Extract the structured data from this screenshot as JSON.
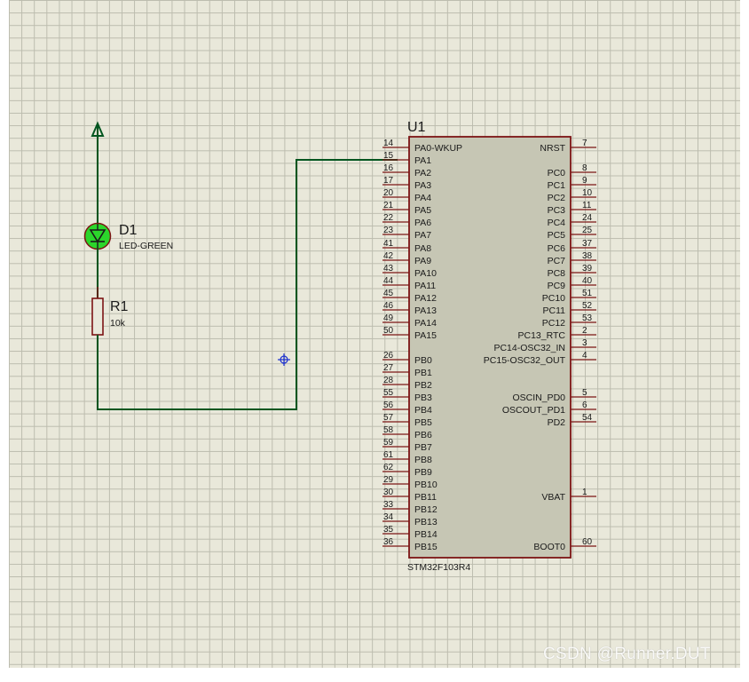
{
  "u1": {
    "refdes": "U1",
    "part": "STM32F103R4",
    "left_pins": [
      {
        "num": "14",
        "name": "PA0-WKUP"
      },
      {
        "num": "15",
        "name": "PA1"
      },
      {
        "num": "16",
        "name": "PA2"
      },
      {
        "num": "17",
        "name": "PA3"
      },
      {
        "num": "20",
        "name": "PA4"
      },
      {
        "num": "21",
        "name": "PA5"
      },
      {
        "num": "22",
        "name": "PA6"
      },
      {
        "num": "23",
        "name": "PA7"
      },
      {
        "num": "41",
        "name": "PA8"
      },
      {
        "num": "42",
        "name": "PA9"
      },
      {
        "num": "43",
        "name": "PA10"
      },
      {
        "num": "44",
        "name": "PA11"
      },
      {
        "num": "45",
        "name": "PA12"
      },
      {
        "num": "46",
        "name": "PA13"
      },
      {
        "num": "49",
        "name": "PA14"
      },
      {
        "num": "50",
        "name": "PA15"
      },
      {
        "num": "26",
        "name": "PB0"
      },
      {
        "num": "27",
        "name": "PB1"
      },
      {
        "num": "28",
        "name": "PB2"
      },
      {
        "num": "55",
        "name": "PB3"
      },
      {
        "num": "56",
        "name": "PB4"
      },
      {
        "num": "57",
        "name": "PB5"
      },
      {
        "num": "58",
        "name": "PB6"
      },
      {
        "num": "59",
        "name": "PB7"
      },
      {
        "num": "61",
        "name": "PB8"
      },
      {
        "num": "62",
        "name": "PB9"
      },
      {
        "num": "29",
        "name": "PB10"
      },
      {
        "num": "30",
        "name": "PB11"
      },
      {
        "num": "33",
        "name": "PB12"
      },
      {
        "num": "34",
        "name": "PB13"
      },
      {
        "num": "35",
        "name": "PB14"
      },
      {
        "num": "36",
        "name": "PB15"
      }
    ],
    "right_pins": [
      {
        "num": "7",
        "name": "NRST"
      },
      {
        "num": "8",
        "name": "PC0"
      },
      {
        "num": "9",
        "name": "PC1"
      },
      {
        "num": "10",
        "name": "PC2"
      },
      {
        "num": "11",
        "name": "PC3"
      },
      {
        "num": "24",
        "name": "PC4"
      },
      {
        "num": "25",
        "name": "PC5"
      },
      {
        "num": "37",
        "name": "PC6"
      },
      {
        "num": "38",
        "name": "PC7"
      },
      {
        "num": "39",
        "name": "PC8"
      },
      {
        "num": "40",
        "name": "PC9"
      },
      {
        "num": "51",
        "name": "PC10"
      },
      {
        "num": "52",
        "name": "PC11"
      },
      {
        "num": "53",
        "name": "PC12"
      },
      {
        "num": "2",
        "name": "PC13_RTC"
      },
      {
        "num": "3",
        "name": "PC14-OSC32_IN"
      },
      {
        "num": "4",
        "name": "PC15-OSC32_OUT"
      },
      {
        "num": "5",
        "name": "OSCIN_PD0"
      },
      {
        "num": "6",
        "name": "OSCOUT_PD1"
      },
      {
        "num": "54",
        "name": "PD2"
      },
      {
        "num": "1",
        "name": "VBAT"
      },
      {
        "num": "60",
        "name": "BOOT0"
      }
    ]
  },
  "d1": {
    "refdes": "D1",
    "value": "LED-GREEN"
  },
  "r1": {
    "refdes": "R1",
    "value": "10k"
  },
  "watermark": "CSDN @Runner.DUT",
  "colors": {
    "sheet": "#e9e8da",
    "grid": "#bcbcae",
    "wire": "#00551f",
    "pin": "#7c1414",
    "chip_fill": "#c6c6b4",
    "led_fill": "#2bd62b"
  },
  "icons": [
    "power-terminal-icon",
    "led-icon",
    "resistor-icon",
    "cursor-crosshair-icon"
  ]
}
